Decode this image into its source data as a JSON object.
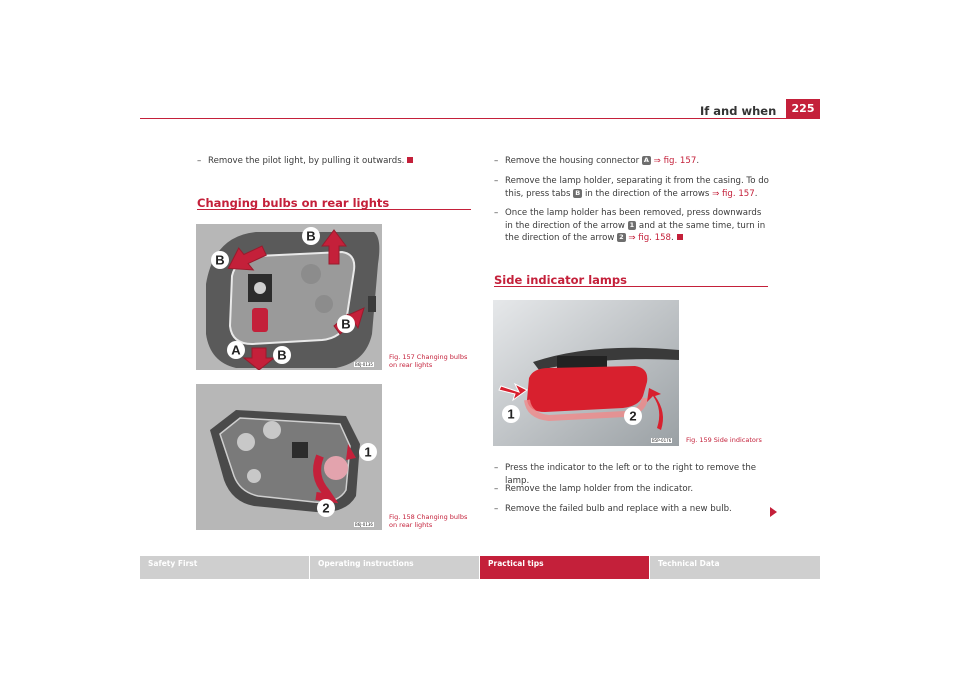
{
  "header": {
    "title": "If and when",
    "page_number": "225"
  },
  "left": {
    "step_pilot": "Remove the pilot light, by pulling it outwards.",
    "heading": "Changing bulbs on rear lights",
    "fig157": {
      "code": "B6J-0135",
      "caption": "Fig. 157   Changing bulbs on rear lights",
      "labels": [
        "B",
        "B",
        "B",
        "B",
        "A"
      ]
    },
    "fig158": {
      "code": "B6J-0136",
      "caption": "Fig. 158   Changing bulbs on rear lights",
      "labels": [
        "1",
        "2"
      ]
    }
  },
  "right": {
    "step1": {
      "text": "Remove the housing connector",
      "badge": "A",
      "link": "⇒ fig. 157",
      "end": "."
    },
    "step2": {
      "text1": "Remove the lamp holder, separating it from the casing. To do this, press tabs",
      "badge": "B",
      "text2": "in the direction of the arrows",
      "link": "⇒ fig. 157",
      "end": "."
    },
    "step3": {
      "text1": "Once the lamp holder has been removed, press downwards in the direction of the arrow",
      "badge1": "1",
      "text2": "and at the same time, turn in the direction of the arrow",
      "badge2": "2",
      "link": "⇒ fig. 158",
      "end": "."
    },
    "heading": "Side indicator lamps",
    "fig159": {
      "code": "B5P-0176",
      "caption": "Fig. 159   Side indicators",
      "labels": [
        "1",
        "2"
      ]
    },
    "step4": "Press the indicator to the left or to the right to remove the lamp.",
    "step5": "Remove the lamp holder from the indicator.",
    "step6": "Remove the failed bulb and replace with a new bulb."
  },
  "footer": {
    "tabs": [
      {
        "label": "Safety First",
        "active": false
      },
      {
        "label": "Operating instructions",
        "active": false
      },
      {
        "label": "Practical tips",
        "active": true
      },
      {
        "label": "Technical Data",
        "active": false
      }
    ]
  },
  "colors": {
    "accent": "#c4203a",
    "footer_inactive": "#cfcfcf"
  }
}
